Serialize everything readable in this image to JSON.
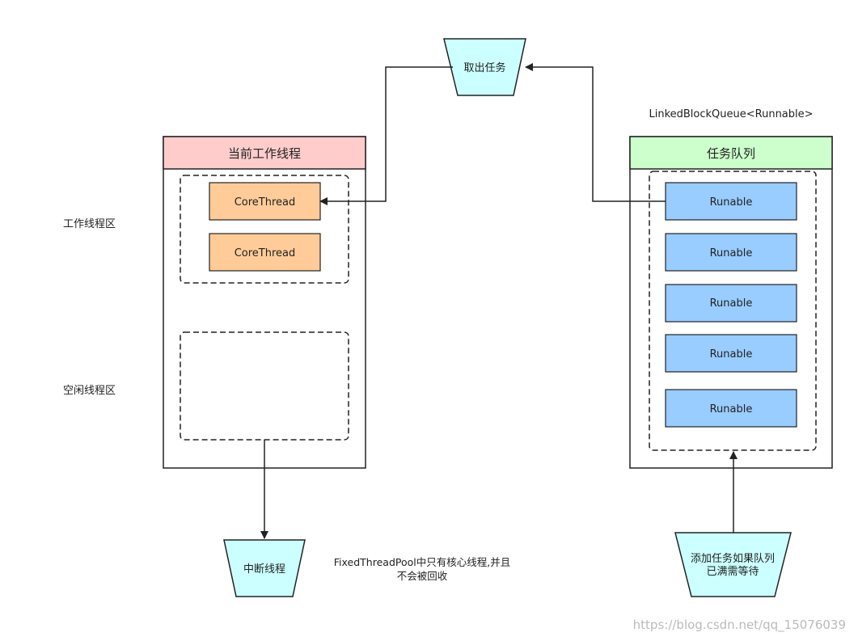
{
  "labels": {
    "fetch_task": "取出任务",
    "queue_type": "LinkedBlockQueue<Runnable>",
    "working_zone": "工作线程区",
    "idle_zone": "空闲线程区",
    "interrupt": "中断线程",
    "note_line1": "FixedThreadPool中只有核心线程,并且",
    "note_line2": "不会被回收",
    "add_line1": "添加任务如果队列",
    "add_line2": "已满需等待",
    "watermark": "https://blog.csdn.net/qq_15076039"
  },
  "thread_pool": {
    "title": "当前工作线程",
    "header_color": "#ffcccc",
    "threads": [
      "CoreThread",
      "CoreThread"
    ],
    "thread_color": "#ffcc99"
  },
  "task_queue": {
    "title": "任务队列",
    "header_color": "#ccffcc",
    "items": [
      "Runable",
      "Runable",
      "Runable",
      "Runable",
      "Runable"
    ],
    "item_color": "#99ccff"
  },
  "trapezoid_color": "#ccffff"
}
